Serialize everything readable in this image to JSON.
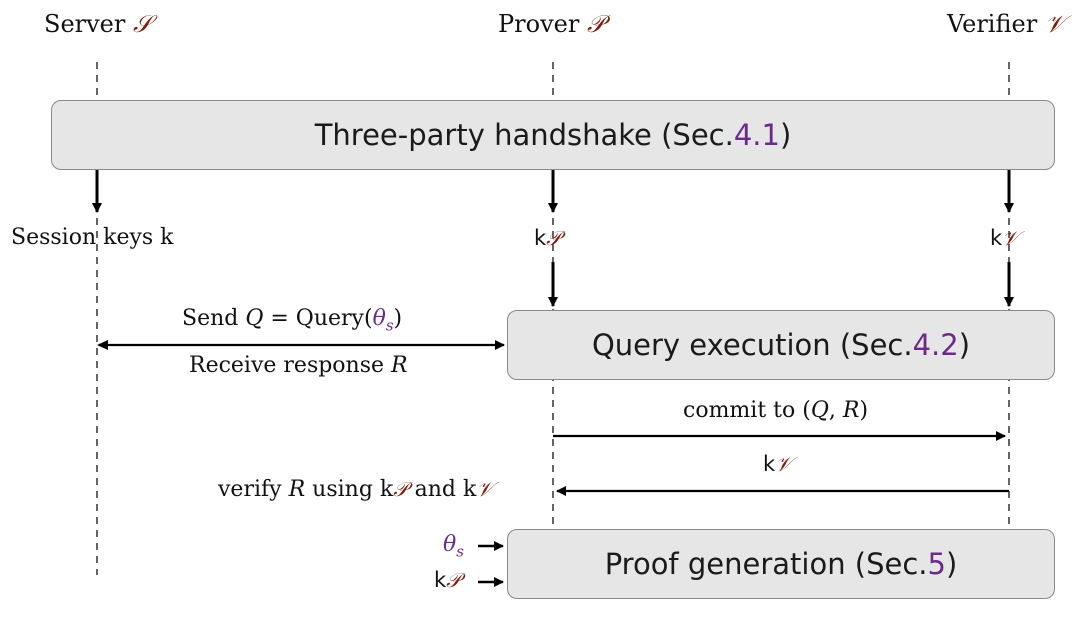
{
  "parties": {
    "server": {
      "label": "Server",
      "symbol": "𝒮"
    },
    "prover": {
      "label": "Prover",
      "symbol": "𝒫"
    },
    "verifier": {
      "label": "Verifier",
      "symbol": "𝒱"
    }
  },
  "boxes": {
    "handshake": {
      "text": "Three-party handshake (Sec. ",
      "ref": "4.1",
      "close": ")"
    },
    "query": {
      "text": "Query execution (Sec. ",
      "ref": "4.2",
      "close": ")"
    },
    "proof": {
      "text": "Proof generation (Sec. ",
      "ref": "5",
      "close": ")"
    }
  },
  "labels": {
    "session_keys": "Session keys k",
    "k_prover": "k",
    "k_prover_sub": "𝒫",
    "k_verifier": "k",
    "k_verifier_sub": "𝒱",
    "send_prefix": "Send ",
    "send_q": "Q",
    "send_eq": " = Query(",
    "send_theta": "θ",
    "send_theta_sub": "s",
    "send_close": ")",
    "receive_prefix": "Receive response ",
    "receive_r": "R",
    "commit_prefix": "commit to (",
    "commit_q": "Q",
    "commit_comma": ", ",
    "commit_r": "R",
    "commit_close": ")",
    "kv_arrow": "k",
    "kv_arrow_sub": "𝒱",
    "verify_prefix": "verify ",
    "verify_r": "R",
    "verify_using": " using k",
    "verify_p": "𝒫",
    "verify_and": " and k",
    "verify_v": "𝒱",
    "input_theta": "θ",
    "input_theta_sub": "s",
    "input_k": "k",
    "input_k_sub": "𝒫"
  },
  "colors": {
    "box_fill": "#e6e6e6",
    "symbol": "#7a1d0f",
    "reference": "#6a2a8a"
  }
}
